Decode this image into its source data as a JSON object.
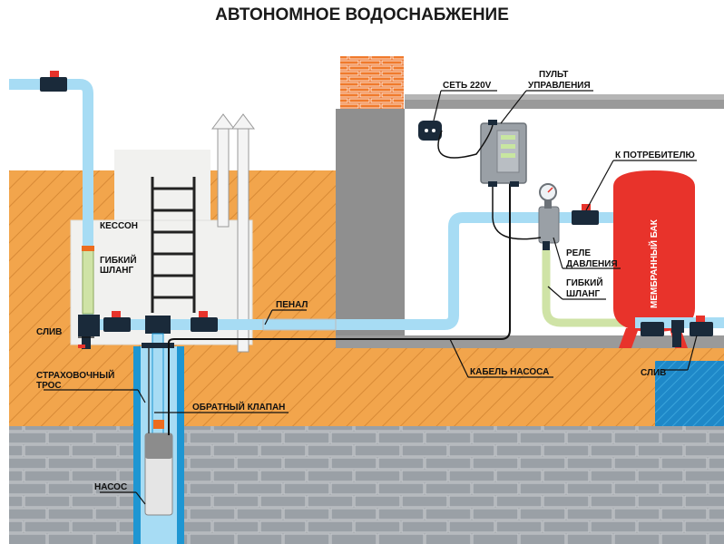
{
  "title": "АВТОНОМНОЕ ВОДОСНАБЖЕНИЕ",
  "labels": {
    "caisson": "КЕССОН",
    "flex_hose_left_1": "ГИБКИЙ",
    "flex_hose_left_2": "ШЛАНГ",
    "drain_left": "СЛИВ",
    "penal": "ПЕНАЛ",
    "safety_rope_1": "СТРАХОВОЧНЫЙ",
    "safety_rope_2": "ТРОС",
    "check_valve": "ОБРАТНЫЙ КЛАПАН",
    "pump": "НАСОС",
    "pump_cable": "КАБЕЛЬ НАСОСА",
    "mains": "СЕТЬ 220V",
    "control_panel_1": "ПУЛЬТ",
    "control_panel_2": "УПРАВЛЕНИЯ",
    "to_consumer": "К ПОТРЕБИТЕЛЮ",
    "pressure_relay_1": "РЕЛЕ",
    "pressure_relay_2": "ДАВЛЕНИЯ",
    "flex_hose_right_1": "ГИБКИЙ",
    "flex_hose_right_2": "ШЛАНГ",
    "membrane_tank": "МЕМБРАННЫЙ БАК",
    "drain_right": "СЛИВ"
  },
  "colors": {
    "soil": "#f0a44a",
    "brick": "#9aa0a6",
    "pipe": "#a7dcf4",
    "water": "#1e96d2",
    "tank": "#e8332b",
    "valve_handle": "#e8332b",
    "chimney": "#ec6c1f",
    "wall": "#8a8a8a"
  }
}
